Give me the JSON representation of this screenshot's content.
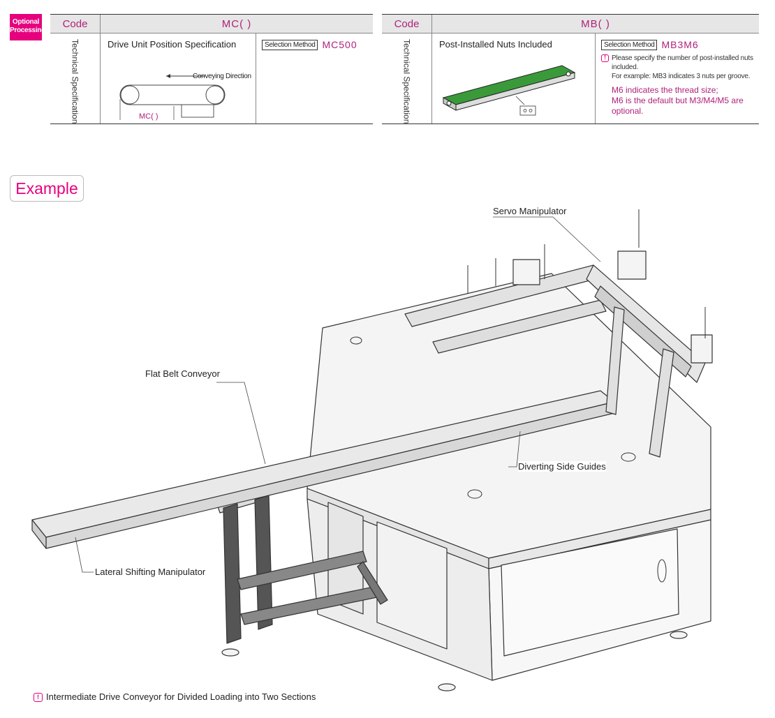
{
  "badge": {
    "line1": "Optional",
    "line2": "Processing"
  },
  "left_table": {
    "code_label": "Code",
    "code_value": "MC( )",
    "vertical_label": "Technical Specification",
    "title": "Drive Unit Position Specification",
    "diagram_direction": "Conveying Direction",
    "diagram_dim": "MC( )",
    "method_label": "Selection Method",
    "method_value": "MC500"
  },
  "right_table": {
    "code_label": "Code",
    "code_value": "MB( )",
    "vertical_label": "Technical Specification",
    "title": "Post-Installed Nuts Included",
    "method_label": "Selection Method",
    "method_value": "MB3M6",
    "note_line1": "Please specify the number of post-installed nuts included.",
    "note_line2": "For example: MB3 indicates 3 nuts per groove.",
    "magenta_line1": "M6 indicates the thread size;",
    "magenta_line2": "M6 is the default but M3/M4/M5 are optional.",
    "belt_color": "#3a9a3a"
  },
  "example": {
    "tab_label": "Example",
    "callouts": {
      "servo": "Servo Manipulator",
      "flat_belt": "Flat Belt Conveyor",
      "diverting": "Diverting Side Guides",
      "lateral": "Lateral Shifting Manipulator"
    },
    "footer_note": "Intermediate Drive Conveyor for Divided Loading into Two Sections"
  },
  "colors": {
    "accent": "#e6007e",
    "code_text": "#b0207a",
    "header_bg": "#e6e6e6"
  }
}
